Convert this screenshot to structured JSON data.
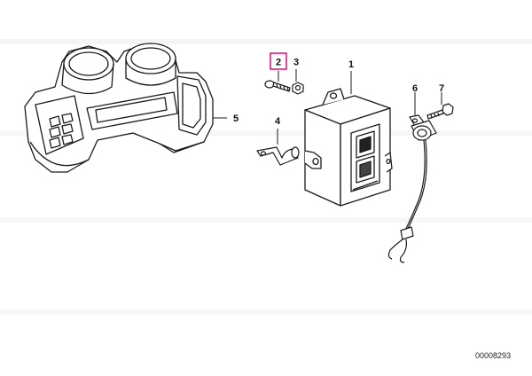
{
  "diagram": {
    "document_id": "00008293",
    "highlighted_part": "2",
    "parts": [
      {
        "number": "1",
        "name": "control-unit"
      },
      {
        "number": "2",
        "name": "screw"
      },
      {
        "number": "3",
        "name": "nut"
      },
      {
        "number": "4",
        "name": "bracket"
      },
      {
        "number": "5",
        "name": "instrument-cluster-housing"
      },
      {
        "number": "6",
        "name": "sensor"
      },
      {
        "number": "7",
        "name": "bolt"
      }
    ],
    "colors": {
      "line": "#1a1a1a",
      "highlight": "#e0197d"
    }
  }
}
